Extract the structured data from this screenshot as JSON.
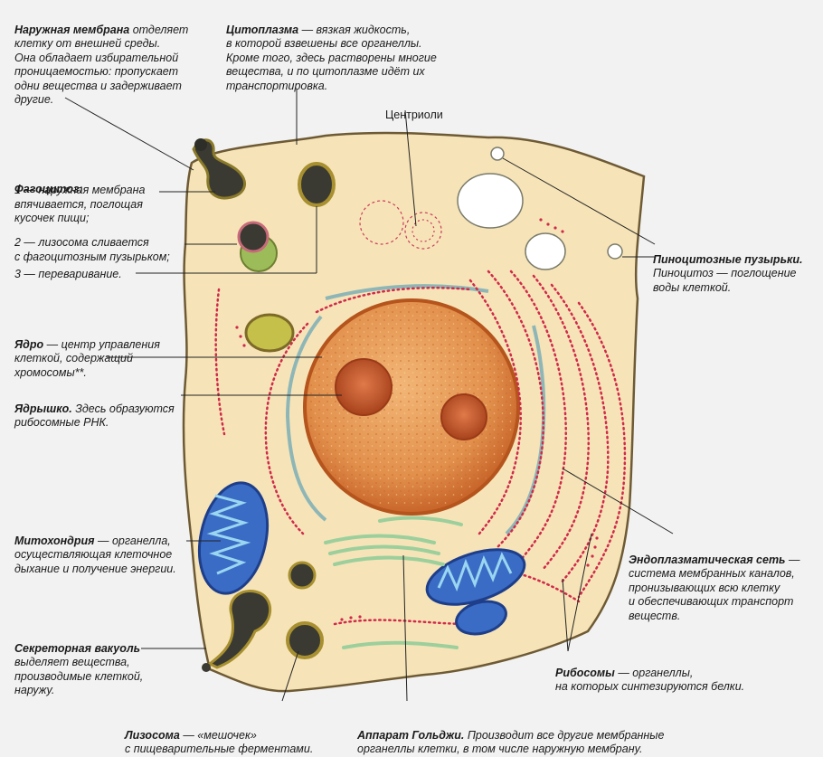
{
  "colors": {
    "cytoplasm": "#f6e4b8",
    "cell_border": "#6e5a34",
    "nucleus": "#e0904a",
    "nucleus_border": "#b5541c",
    "nucleolus": "#c0562a",
    "mitochondria": "#3a6cc6",
    "er_dots": "#d02a4a",
    "golgi": "#9ccf9c",
    "vesicle_dark": "#3a3a32",
    "vesicle_ring": "#8a7a2a",
    "leader": "#222222"
  },
  "labels": {
    "membrane": {
      "title": "Наружная мембрана",
      "text": " отделяет\nклетку от внешней среды.\nОна обладает избирательной\nпроницаемостью: пропускает\nодни вещества и задерживает\nдругие."
    },
    "cytoplasm": {
      "title": "Цитоплазма",
      "text": " — вязкая жидкость,\nв которой взвешены все органеллы.\nКроме того, здесь растворены многие\nвещества, и по цитоплазме идёт их\nтранспортировка."
    },
    "centrioles": {
      "text": "Центриоли"
    },
    "phagocytosis": {
      "title": "Фагоцитоз:",
      "items": [
        "1 — наружная мембрана\nвпячивается, поглощая\nкусочек пищи;",
        "2 — лизосома сливается\nс фагоцитозным пузырьком;",
        "3 — переваривание."
      ]
    },
    "pinocytosis": {
      "title": "Пиноцитозные пузырьки.",
      "text": "\nПиноцитоз — поглощение\nводы клеткой."
    },
    "nucleus": {
      "title": "Ядро",
      "text": " — центр управления\nклеткой, содержащий\nхромосомы**."
    },
    "nucleolus": {
      "title": "Ядрышко.",
      "text": " Здесь образуются\nрибосомные РНК."
    },
    "mitochondria": {
      "title": "Митохондрия",
      "text": " — органелла,\nосуществляющая клеточное\nдыхание и получение энергии."
    },
    "er": {
      "title": "Эндоплазматическая сеть",
      "text": " —\nсистема мембранных каналов,\nпронизывающих всю клетку\nи обеспечивающих транспорт\nвеществ."
    },
    "secretory": {
      "title": "Секреторная вакуоль",
      "text": "\nвыделяет вещества,\nпроизводимые клеткой,\nнаружу."
    },
    "ribosomes": {
      "title": "Рибосомы",
      "text": " — органеллы,\nна которых синтезируются белки."
    },
    "lysosome": {
      "title": "Лизосома",
      "text": " — «мешочек»\nс пищеварительные ферментами."
    },
    "golgi": {
      "title": "Аппарат Гольджи.",
      "text": " Производит все другие мембранные\nорганеллы клетки, в том числе наружную мембрану."
    }
  }
}
